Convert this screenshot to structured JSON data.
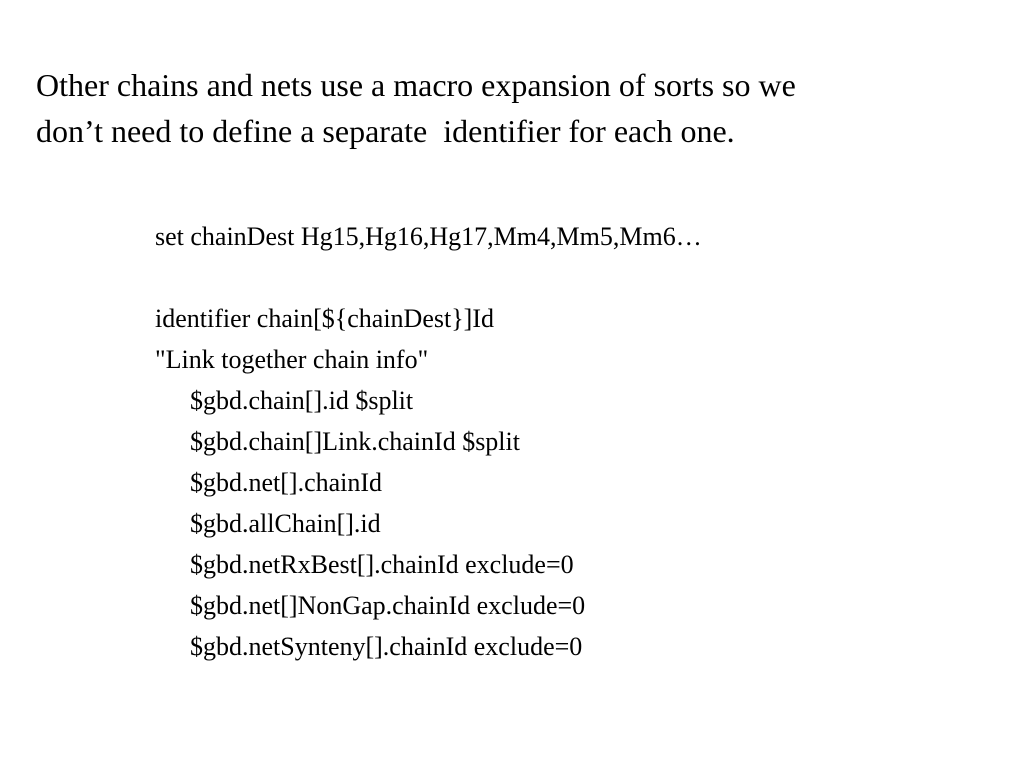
{
  "intro": {
    "line1": "Other chains and nets use a macro expansion of sorts so we",
    "line2": "don’t need to define a separate  identifier for each one."
  },
  "code": {
    "set_line": "set chainDest Hg15,Hg16,Hg17,Mm4,Mm5,Mm6…",
    "identifier_line": "identifier chain[${chainDest}]Id",
    "description_line": "\"Link together chain info\"",
    "fields": [
      "$gbd.chain[].id $split",
      "$gbd.chain[]Link.chainId $split",
      "$gbd.net[].chainId",
      "$gbd.allChain[].id",
      "$gbd.netRxBest[].chainId exclude=0",
      "$gbd.net[]NonGap.chainId exclude=0",
      "$gbd.netSynteny[].chainId exclude=0"
    ]
  }
}
